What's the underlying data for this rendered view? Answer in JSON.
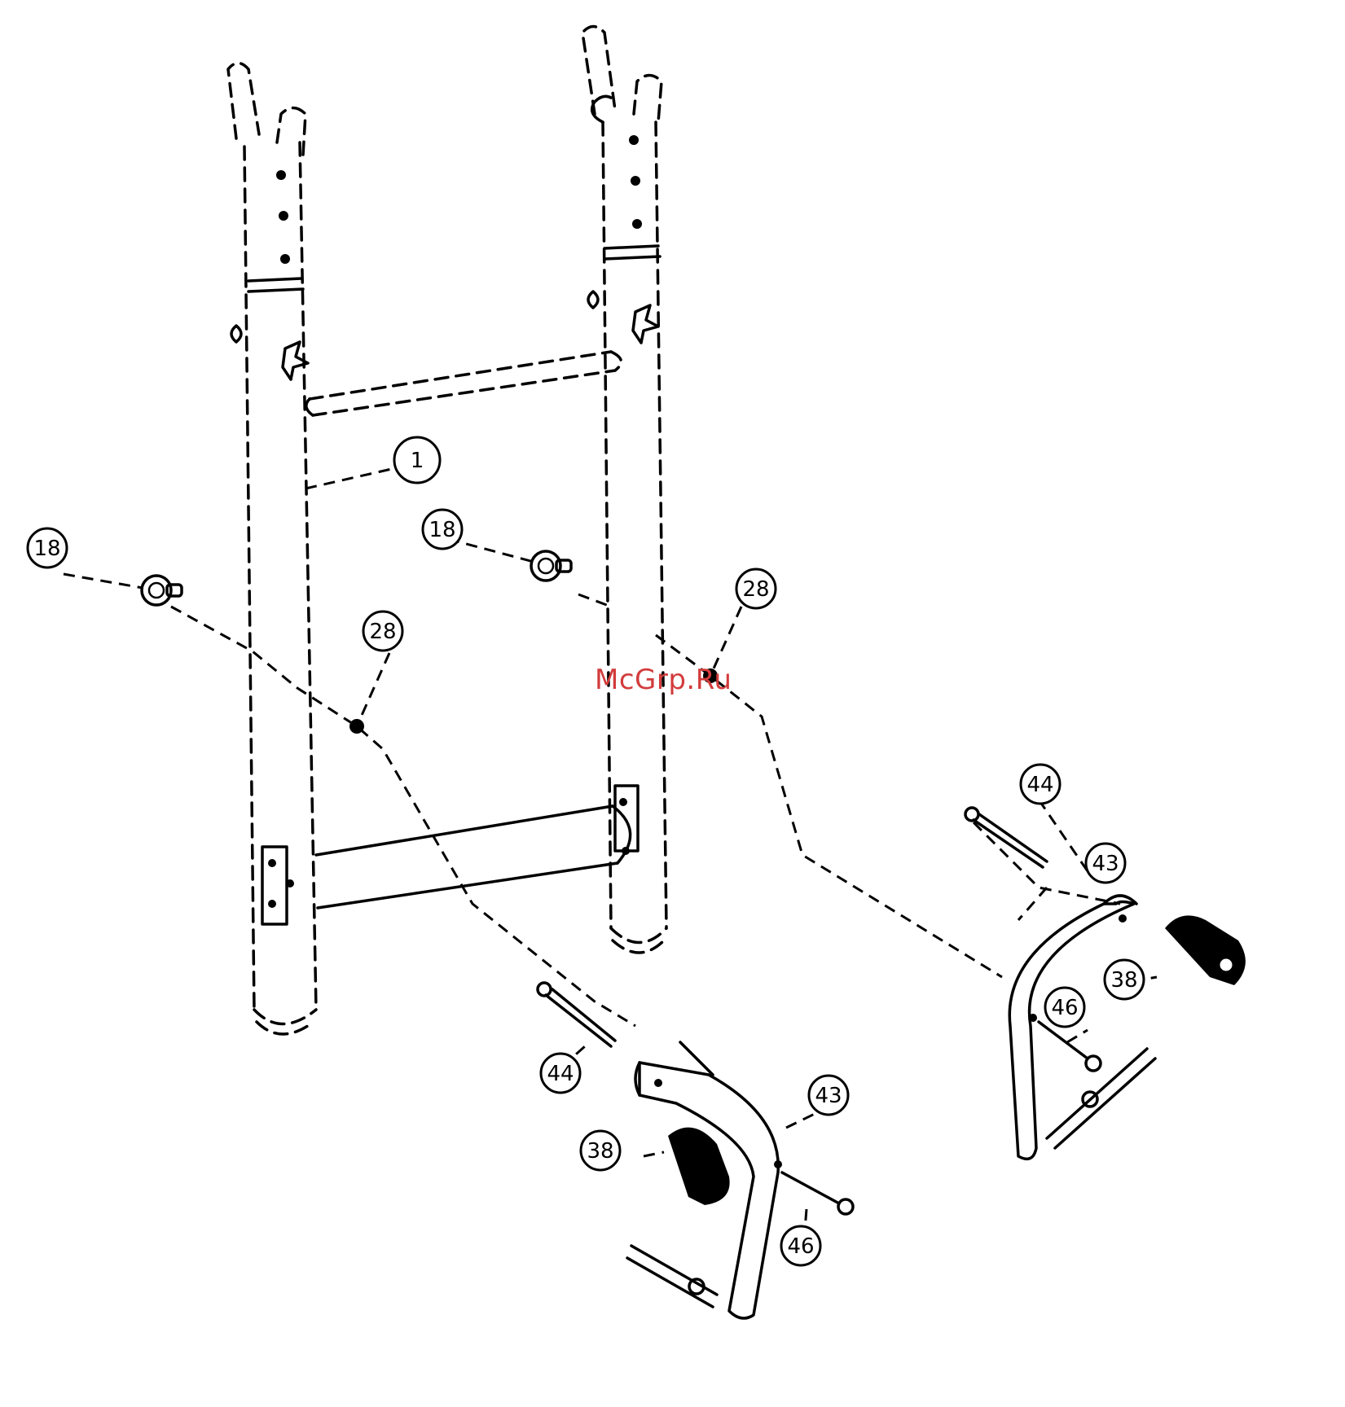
{
  "watermark": {
    "text": "McGrp.Ru",
    "color": "#d23c3c"
  },
  "callouts": {
    "frame_1": "1",
    "knob_18_left": "18",
    "knob_18_right": "18",
    "bolt_28_left": "28",
    "bolt_28_right": "28",
    "pin_44_left": "44",
    "pin_44_right": "44",
    "leg_43_left": "43",
    "leg_43_right": "43",
    "roller_38_left": "38",
    "roller_38_right": "38",
    "bolt_46_left": "46",
    "bolt_46_right": "46"
  }
}
